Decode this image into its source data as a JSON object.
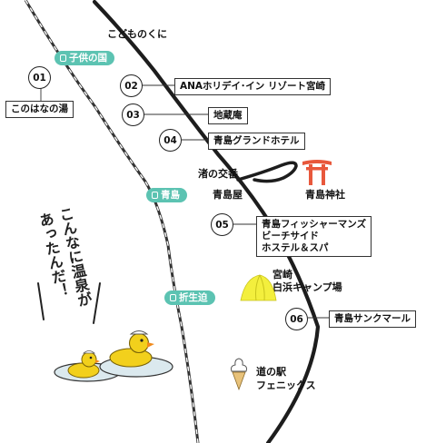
{
  "places": {
    "kodomonokuni_area": "こどものくに",
    "aoshima_station_area": "渚の交番",
    "aoshimaya": "青島屋",
    "aoshima_shrine": "青島神社",
    "miyazaki_shirahama_camp": "宮崎\n白浜キャンプ場",
    "road_station": "道の駅\nフェニックス"
  },
  "stations": {
    "kodomonokuni": "子供の国",
    "aoshima": "青島",
    "orio": "折生迫"
  },
  "spots": [
    {
      "num": "01",
      "name": "このはなの湯"
    },
    {
      "num": "02",
      "name": "ANAホリデイ･イン リゾート宮崎"
    },
    {
      "num": "03",
      "name": "地蔵庵"
    },
    {
      "num": "04",
      "name": "青島グランドホテル"
    },
    {
      "num": "05",
      "name": "青島フィッシャーマンズ\nビーチサイド\nホステル＆スパ"
    },
    {
      "num": "06",
      "name": "青島サンクマール"
    }
  ],
  "catchphrase": {
    "line1": "こんなに温泉が",
    "line2": "あったんだ！"
  },
  "icons": [
    "train-icon",
    "torii-icon",
    "tent-icon",
    "soft-serve-icon",
    "rubber-duck-icon"
  ],
  "colors": {
    "station_badge": "#5cc3b2",
    "torii": "#e8583c",
    "tent": "#f3ef3d",
    "duck": "#f2d01c",
    "water": "#dbe9ee"
  }
}
